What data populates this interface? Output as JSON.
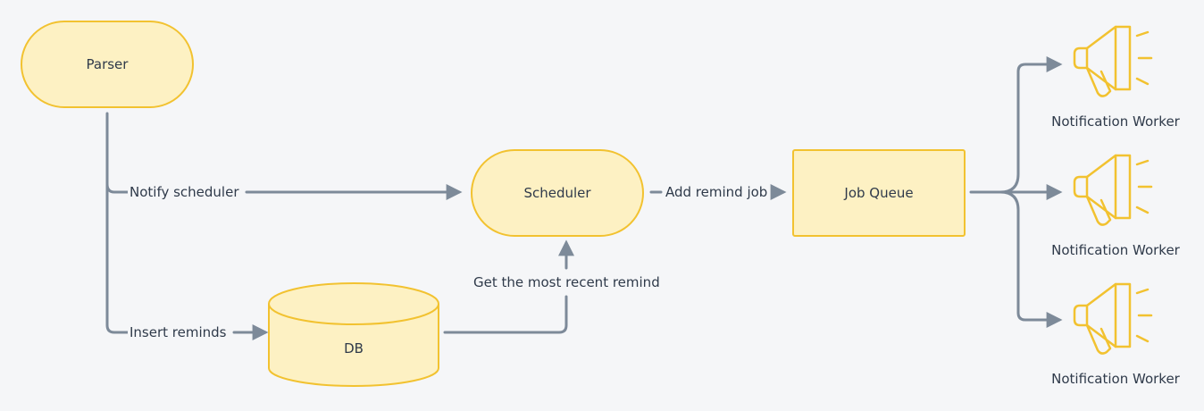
{
  "colors": {
    "node_fill": "#fdf1c3",
    "node_stroke": "#f2c230",
    "edge": "#7d8a99",
    "icon": "#f2c230",
    "background": "#f5f6f8",
    "text": "#2f3a4a"
  },
  "nodes": {
    "parser": "Parser",
    "scheduler": "Scheduler",
    "job_queue": "Job Queue",
    "db": "DB"
  },
  "edges": {
    "notify_scheduler": "Notify scheduler",
    "insert_reminds": "Insert reminds",
    "add_remind_job": "Add remind job",
    "get_recent": "Get the most recent remind"
  },
  "workers": [
    {
      "label": "Notification Worker",
      "icon": "megaphone-icon"
    },
    {
      "label": "Notification Worker",
      "icon": "megaphone-icon"
    },
    {
      "label": "Notification Worker",
      "icon": "megaphone-icon"
    }
  ]
}
